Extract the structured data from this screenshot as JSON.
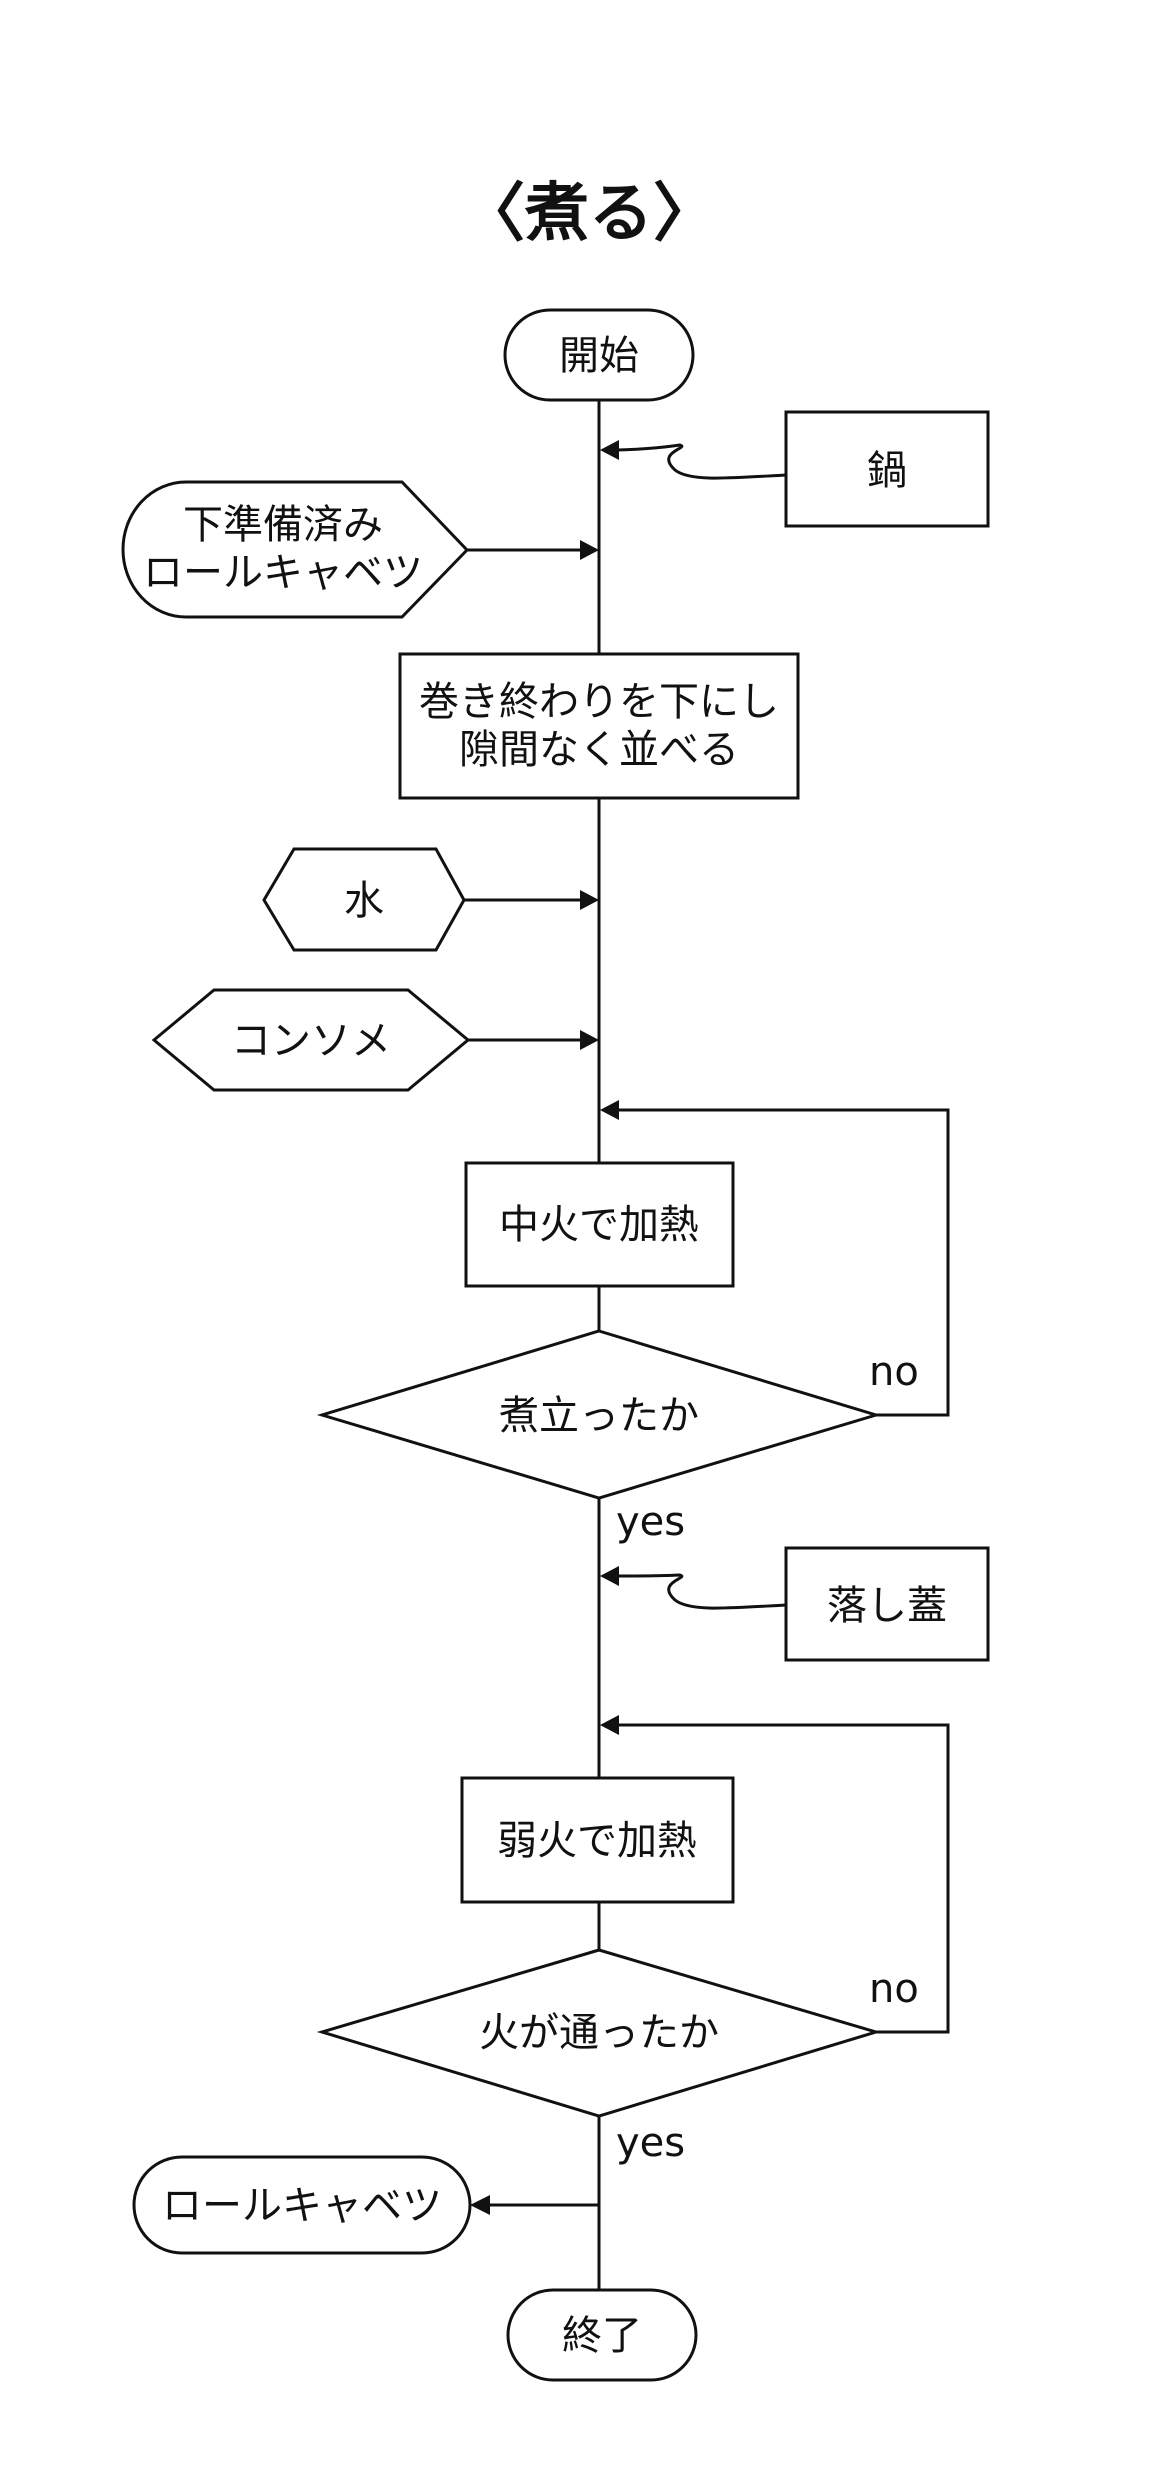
{
  "title": "〈煮る〉",
  "nodes": {
    "start": "開始",
    "pot": "鍋",
    "prepared_cabbage_line1": "下準備済み",
    "prepared_cabbage_line2": "ロールキャベツ",
    "arrange_line1": "巻き終わりを下にし",
    "arrange_line2": "隙間なく並べる",
    "water": "水",
    "consomme": "コンソメ",
    "medium_heat": "中火で加熱",
    "boiled_check": "煮立ったか",
    "drop_lid": "落し蓋",
    "low_heat": "弱火で加熱",
    "cooked_check": "火が通ったか",
    "output_cabbage": "ロールキャベツ",
    "end": "終了"
  },
  "edges": {
    "boiled_no": "no",
    "boiled_yes": "yes",
    "cooked_no": "no",
    "cooked_yes": "yes"
  },
  "colors": {
    "stroke": "#111111",
    "fill": "#ffffff",
    "text": "#111111"
  }
}
